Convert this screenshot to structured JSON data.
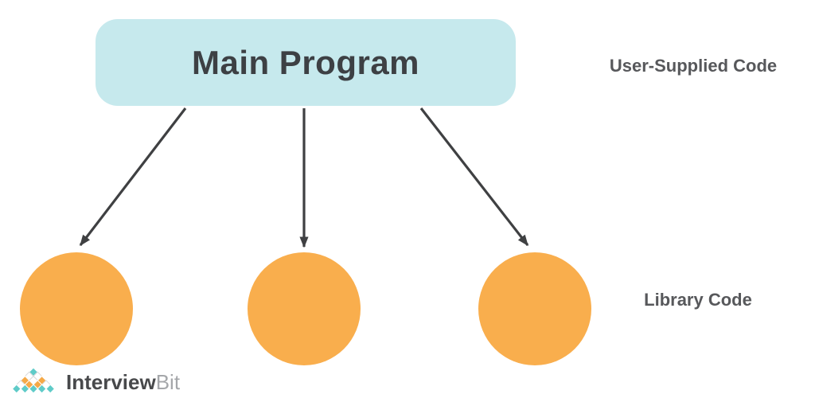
{
  "diagram": {
    "main_box": {
      "label": "Main Program"
    },
    "labels": {
      "user_supplied": "User-Supplied Code",
      "library": "Library Code"
    },
    "arrows": [
      {
        "from": "main-program",
        "to": "library-circle-1"
      },
      {
        "from": "main-program",
        "to": "library-circle-2"
      },
      {
        "from": "main-program",
        "to": "library-circle-3"
      }
    ],
    "colors": {
      "main_box_fill": "#C6E9ED",
      "circle_fill": "#F9AE4D",
      "arrow_stroke": "#3F4042",
      "label_text": "#57585B",
      "title_text": "#3D4044"
    }
  },
  "logo": {
    "text_primary": "Interview",
    "text_secondary": "Bit",
    "colors": {
      "teal": "#5FCBC8",
      "orange": "#F5A947",
      "text_primary": "#48494B",
      "text_secondary": "#A5A7AA"
    }
  }
}
